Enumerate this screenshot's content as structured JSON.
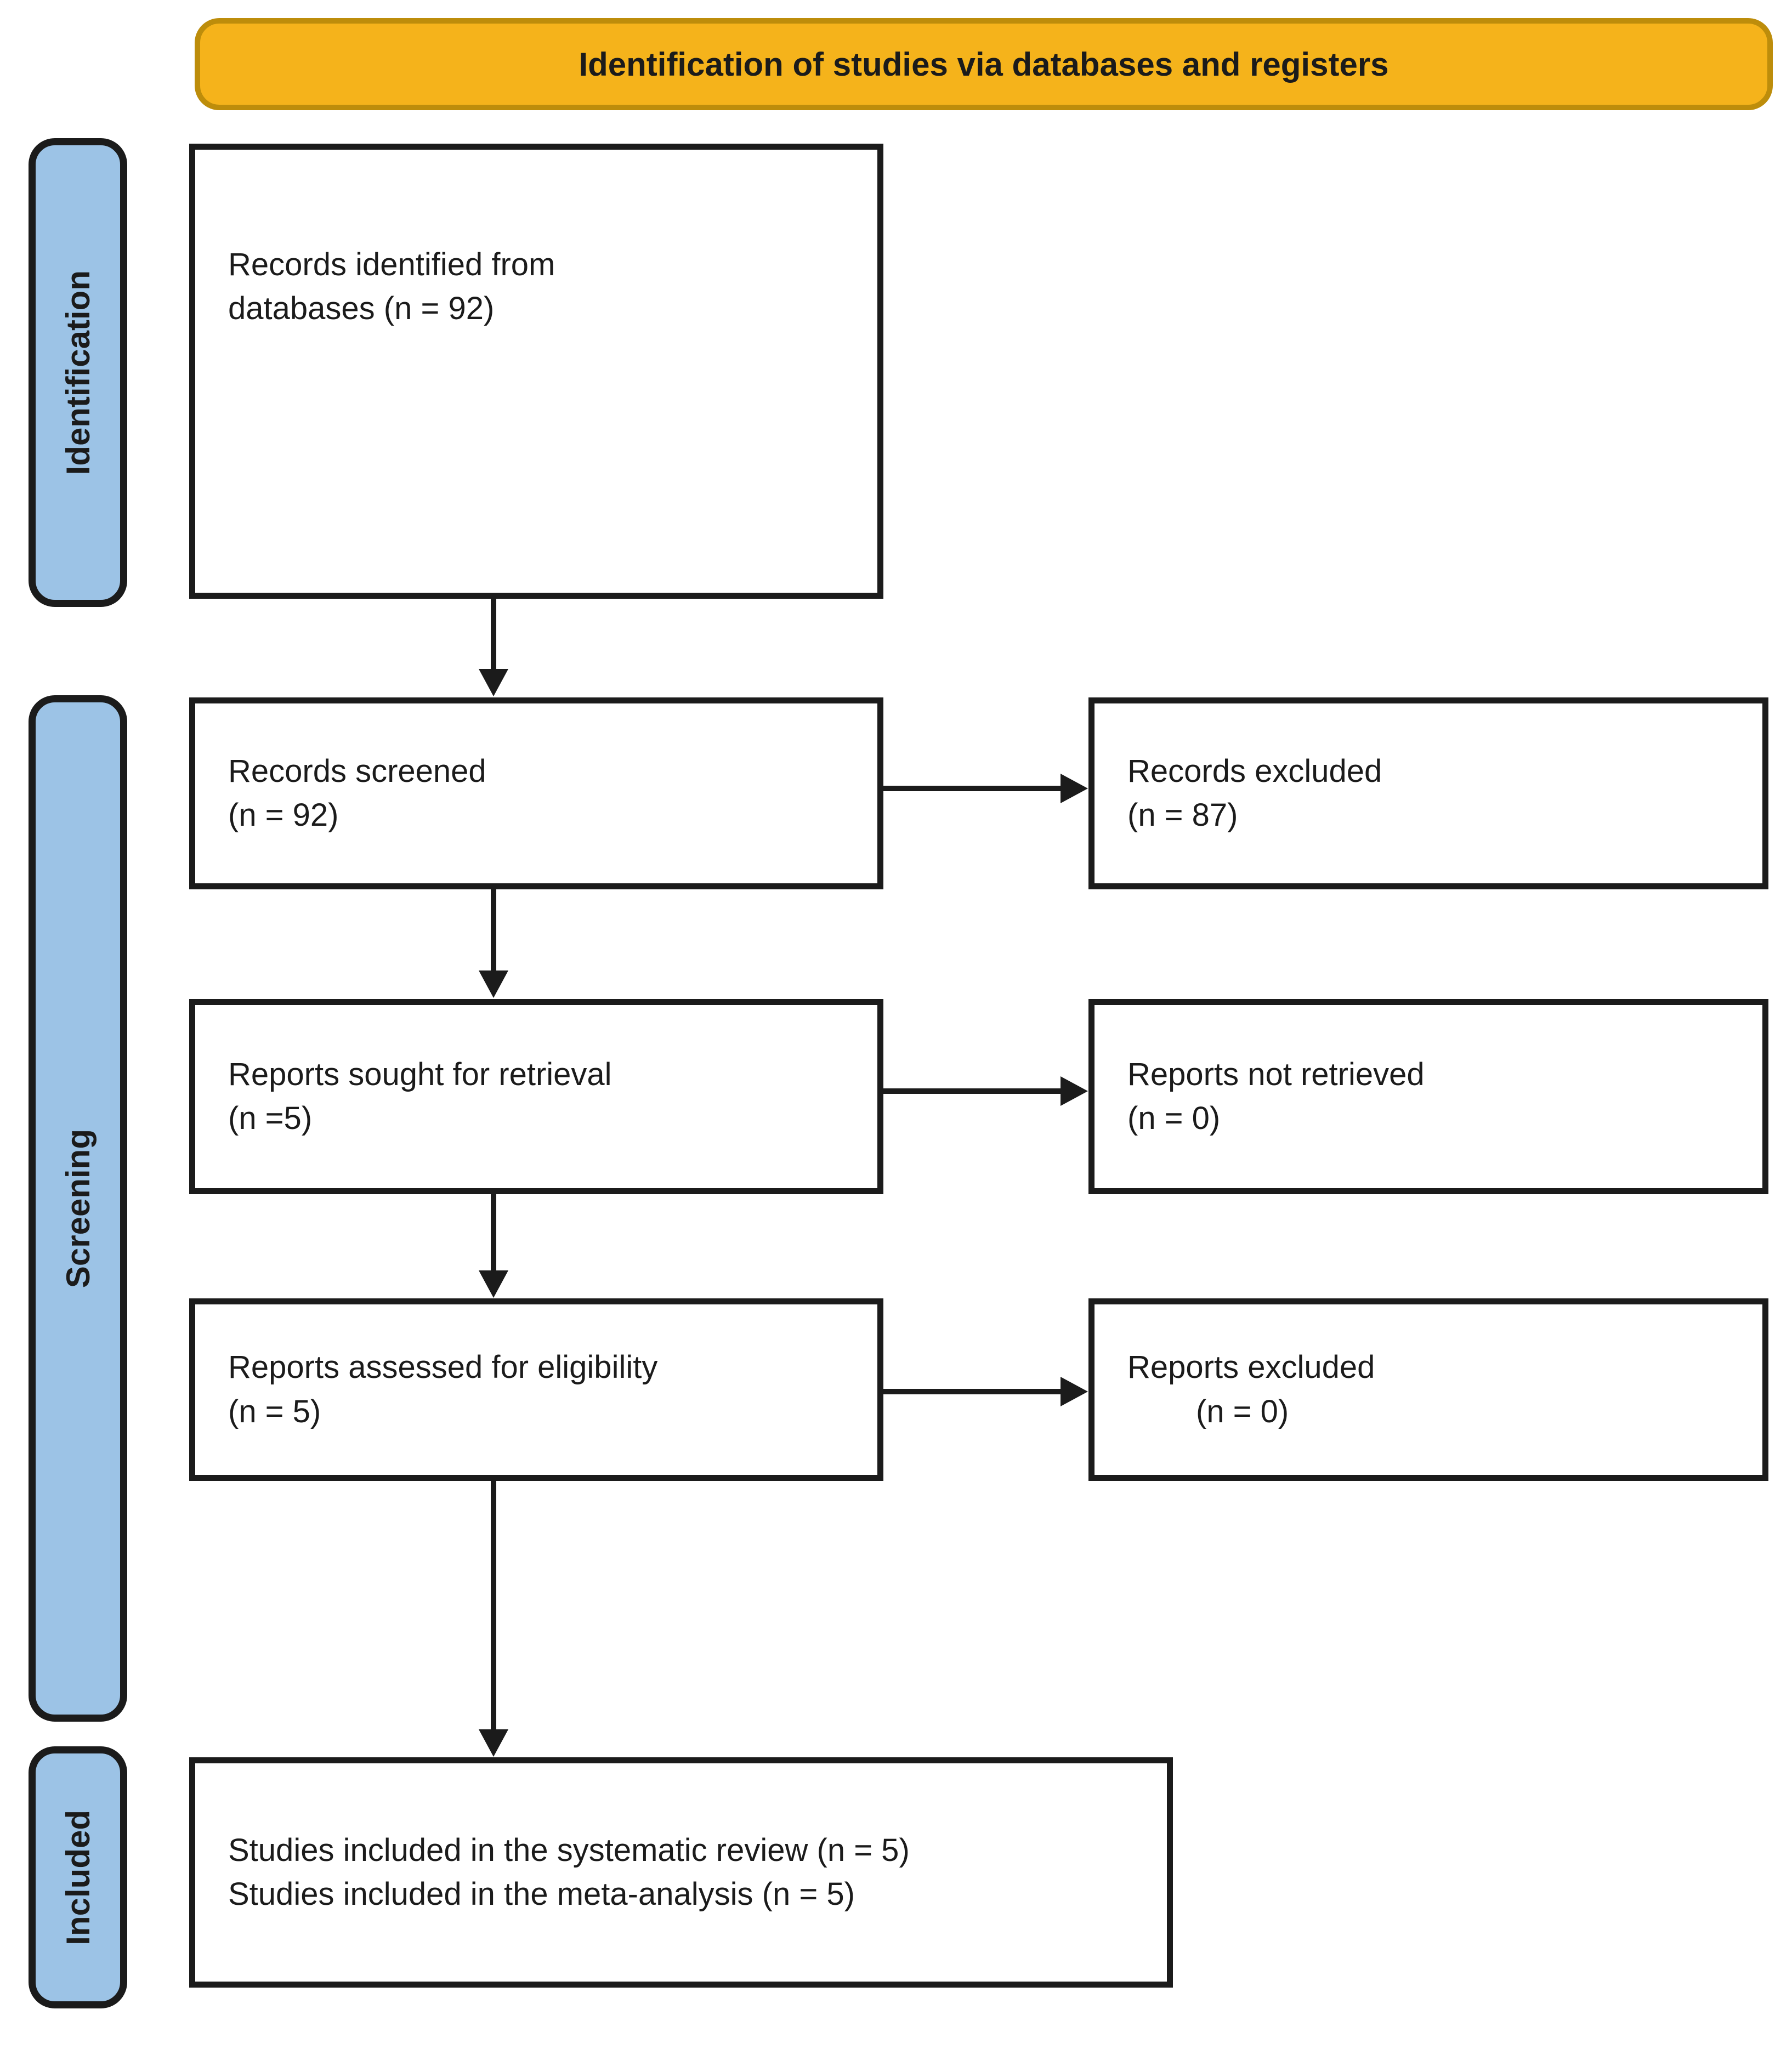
{
  "header": {
    "title": "Identification of studies via databases and registers"
  },
  "stages": {
    "identification": "Identification",
    "screening": "Screening",
    "included": "Included"
  },
  "boxes": {
    "records_identified": {
      "line1": "Records identified from",
      "line2": "databases (n = 92)"
    },
    "records_screened": {
      "line1": "Records screened",
      "line2": "(n = 92)"
    },
    "records_excluded": {
      "line1": "Records excluded",
      "line2": "(n = 87)"
    },
    "reports_sought": {
      "line1": "Reports sought for retrieval",
      "line2": "(n =5)"
    },
    "reports_not_retrieved": {
      "line1": "Reports not retrieved",
      "line2": "(n = 0)"
    },
    "reports_assessed": {
      "line1": "Reports assessed for eligibility",
      "line2": "(n = 5)"
    },
    "reports_excluded": {
      "line1": "Reports excluded",
      "line2": "(n = 0)"
    },
    "studies_included": {
      "line1": "Studies included in the systematic review (n = 5)",
      "line2": "Studies included in the meta-analysis (n = 5)"
    }
  },
  "colors": {
    "header_fill": "#f5b31b",
    "header_border": "#bd8d0b",
    "stage_fill": "#9cc3e6",
    "stage_border": "#1b1b1b",
    "box_border": "#1b1b1b",
    "arrow": "#1b1b1b",
    "ink": "#1b1b1b"
  }
}
